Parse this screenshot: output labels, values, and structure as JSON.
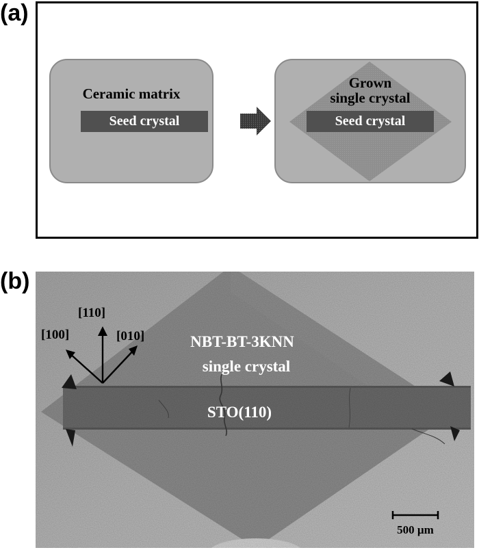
{
  "panel_a": {
    "label": "(a)",
    "left_box": {
      "title": "Ceramic matrix",
      "seed_label": "Seed crystal"
    },
    "right_box": {
      "title_line1": "Grown",
      "title_line2": "single crystal",
      "seed_label": "Seed crystal"
    }
  },
  "panel_b": {
    "label": "(b)",
    "crystal_label_line1": "NBT-BT-3KNN",
    "crystal_label_line2": "single crystal",
    "seed_label": "STO(110)",
    "direction_100": "[100]",
    "direction_110": "[110]",
    "direction_010": "[010]",
    "scale_bar_label": "500 µm"
  }
}
